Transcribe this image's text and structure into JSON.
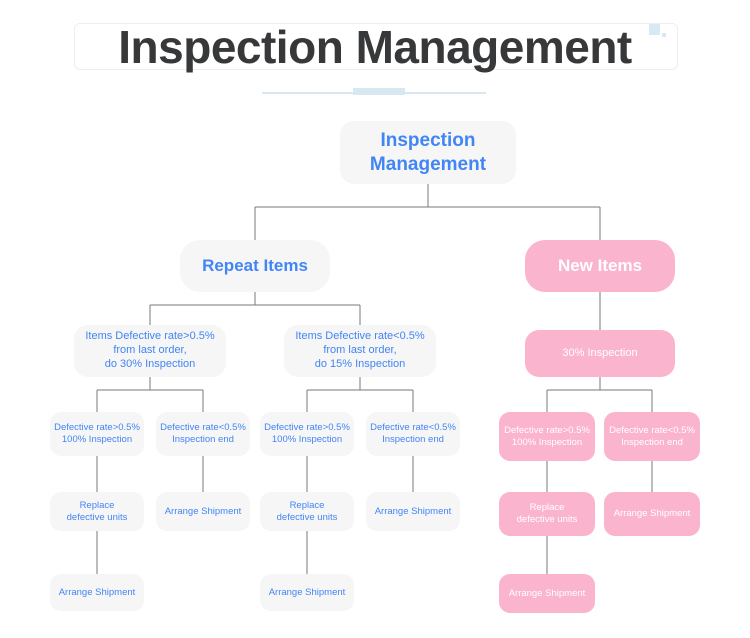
{
  "header": {
    "title": "Inspection Management",
    "deco": {
      "square_color": "#d7e9f3",
      "rule_color": "#d8e8f0"
    }
  },
  "colors": {
    "blue_node_bg": "#f6f6f7",
    "blue_node_text": "#4285f4",
    "pink_node_bg": "#fbb4ce",
    "pink_node_text": "#ffffff",
    "connector": "#7a7a7a",
    "title_text": "#37383a"
  },
  "chart_data": {
    "type": "diagram",
    "title": "Inspection Management",
    "orientation": "top-down-tree",
    "nodes": [
      {
        "id": "root",
        "label": "Inspection\nManagement",
        "level": 0,
        "theme": "blue"
      },
      {
        "id": "repeat",
        "label": "Repeat Items",
        "level": 1,
        "theme": "blue"
      },
      {
        "id": "new",
        "label": "New Items",
        "level": 1,
        "theme": "pink"
      },
      {
        "id": "r-gt",
        "label": "Items Defective rate>0.5%\nfrom last order,\ndo 30% Inspection",
        "level": 2,
        "theme": "blue"
      },
      {
        "id": "r-lt",
        "label": "Items Defective rate<0.5%\nfrom last order,\ndo 15% Inspection",
        "level": 2,
        "theme": "blue"
      },
      {
        "id": "n-30",
        "label": "30% Inspection",
        "level": 2,
        "theme": "pink"
      },
      {
        "id": "r-gt-a",
        "label": "Defective rate>0.5%\n100% Inspection",
        "level": 3,
        "theme": "blue"
      },
      {
        "id": "r-gt-b",
        "label": "Defective rate<0.5%\nInspection end",
        "level": 3,
        "theme": "blue"
      },
      {
        "id": "r-lt-a",
        "label": "Defective rate>0.5%\n100% Inspection",
        "level": 3,
        "theme": "blue"
      },
      {
        "id": "r-lt-b",
        "label": "Defective rate<0.5%\nInspection end",
        "level": 3,
        "theme": "blue"
      },
      {
        "id": "n-a",
        "label": "Defective rate>0.5%\n100% Inspection",
        "level": 3,
        "theme": "pink"
      },
      {
        "id": "n-b",
        "label": "Defective rate<0.5%\nInspection end",
        "level": 3,
        "theme": "pink"
      },
      {
        "id": "r-gt-a2",
        "label": "Replace\ndefective units",
        "level": 4,
        "theme": "blue"
      },
      {
        "id": "r-gt-b2",
        "label": "Arrange Shipment",
        "level": 4,
        "theme": "blue"
      },
      {
        "id": "r-lt-a2",
        "label": "Replace\ndefective units",
        "level": 4,
        "theme": "blue"
      },
      {
        "id": "r-lt-b2",
        "label": "Arrange Shipment",
        "level": 4,
        "theme": "blue"
      },
      {
        "id": "n-a2",
        "label": "Replace\ndefective units",
        "level": 4,
        "theme": "pink"
      },
      {
        "id": "n-b2",
        "label": "Arrange Shipment",
        "level": 4,
        "theme": "pink"
      },
      {
        "id": "r-gt-a3",
        "label": "Arrange Shipment",
        "level": 5,
        "theme": "blue"
      },
      {
        "id": "r-lt-a3",
        "label": "Arrange Shipment",
        "level": 5,
        "theme": "blue"
      },
      {
        "id": "n-a3",
        "label": "Arrange Shipment",
        "level": 5,
        "theme": "pink"
      }
    ],
    "edges": [
      [
        "root",
        "repeat"
      ],
      [
        "root",
        "new"
      ],
      [
        "repeat",
        "r-gt"
      ],
      [
        "repeat",
        "r-lt"
      ],
      [
        "new",
        "n-30"
      ],
      [
        "r-gt",
        "r-gt-a"
      ],
      [
        "r-gt",
        "r-gt-b"
      ],
      [
        "r-lt",
        "r-lt-a"
      ],
      [
        "r-lt",
        "r-lt-b"
      ],
      [
        "n-30",
        "n-a"
      ],
      [
        "n-30",
        "n-b"
      ],
      [
        "r-gt-a",
        "r-gt-a2"
      ],
      [
        "r-gt-b",
        "r-gt-b2"
      ],
      [
        "r-lt-a",
        "r-lt-a2"
      ],
      [
        "r-lt-b",
        "r-lt-b2"
      ],
      [
        "n-a",
        "n-a2"
      ],
      [
        "n-b",
        "n-b2"
      ],
      [
        "r-gt-a2",
        "r-gt-a3"
      ],
      [
        "r-lt-a2",
        "r-lt-a3"
      ],
      [
        "n-a2",
        "n-a3"
      ]
    ]
  },
  "nodes": {
    "root": "Inspection\nManagement",
    "repeat": "Repeat Items",
    "new": "New Items",
    "r_gt": "Items Defective rate>0.5%\nfrom last order,\ndo 30% Inspection",
    "r_lt": "Items Defective rate<0.5%\nfrom last order,\ndo 15% Inspection",
    "n_30": "30% Inspection",
    "r_gt_a": "Defective rate>0.5%\n100% Inspection",
    "r_gt_b": "Defective rate<0.5%\nInspection end",
    "r_lt_a": "Defective rate>0.5%\n100% Inspection",
    "r_lt_b": "Defective rate<0.5%\nInspection end",
    "n_a": "Defective rate>0.5%\n100% Inspection",
    "n_b": "Defective rate<0.5%\nInspection end",
    "r_gt_a2": "Replace\ndefective units",
    "r_gt_b2": "Arrange Shipment",
    "r_lt_a2": "Replace\ndefective units",
    "r_lt_b2": "Arrange Shipment",
    "n_a2": "Replace\ndefective units",
    "n_b2": "Arrange Shipment",
    "r_gt_a3": "Arrange Shipment",
    "r_lt_a3": "Arrange Shipment",
    "n_a3": "Arrange Shipment"
  }
}
